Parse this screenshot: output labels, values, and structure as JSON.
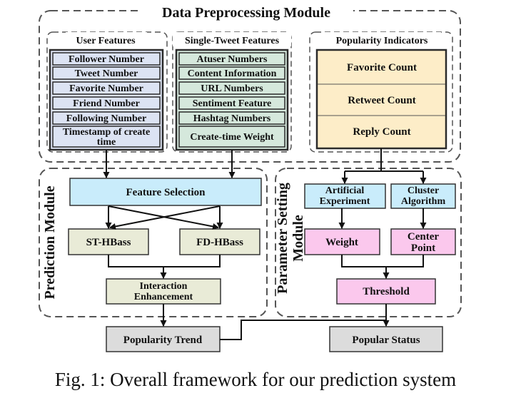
{
  "modules": {
    "data_preprocessing": "Data Preprocessing Module",
    "prediction": "Prediction Module",
    "parameter_setting": [
      "Parameter Setting",
      "Module"
    ]
  },
  "groups": {
    "user_features": {
      "title": "User Features",
      "items": [
        "Follower Number",
        "Tweet Number",
        "Favorite Number",
        "Friend Number",
        "Following Number",
        [
          "Timestamp of create",
          "time"
        ]
      ]
    },
    "single_tweet_features": {
      "title": "Single-Tweet Features",
      "items": [
        "Atuser Numbers",
        "Content Information",
        "URL Numbers",
        "Sentiment Feature",
        "Hashtag Numbers",
        "Create-time Weight"
      ]
    },
    "popularity_indicators": {
      "title": "Popularity Indicators",
      "items": [
        "Favorite Count",
        "Retweet Count",
        "Reply Count"
      ]
    }
  },
  "nodes": {
    "feature_selection": "Feature Selection",
    "st_hbass": "ST-HBass",
    "fd_hbass": "FD-HBass",
    "interaction_enhancement": [
      "Interaction",
      "Enhancement"
    ],
    "artificial_experiment": [
      "Artificial",
      "Experiment"
    ],
    "cluster_algorithm": [
      "Cluster",
      "Algorithm"
    ],
    "weight": "Weight",
    "center_point": [
      "Center",
      "Point"
    ],
    "threshold": "Threshold",
    "popularity_trend": "Popularity Trend",
    "popular_status": "Popular Status"
  },
  "caption": "Fig. 1: Overall framework for our prediction system",
  "colors": {
    "user_feature_fill": "#dce3f3",
    "tweet_feature_fill": "#d5e8dc",
    "popularity_fill": "#fdedc8",
    "blue_fill": "#c9ecfb",
    "olive_fill": "#e9ebd7",
    "pink_fill": "#fbc8ed",
    "gray_fill": "#dcdcdc"
  }
}
